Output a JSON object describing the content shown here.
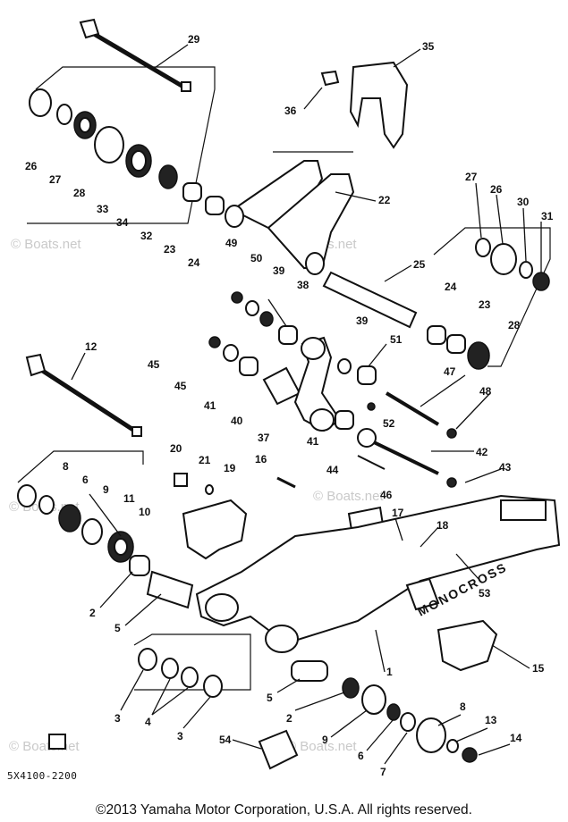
{
  "diagram": {
    "labels": [
      "29",
      "35",
      "36",
      "26",
      "27",
      "28",
      "33",
      "34",
      "32",
      "23",
      "24",
      "22",
      "49",
      "50",
      "39",
      "38",
      "25",
      "27",
      "26",
      "30",
      "31",
      "24",
      "23",
      "28",
      "45",
      "45",
      "41",
      "40",
      "39",
      "51",
      "47",
      "48",
      "52",
      "37",
      "41",
      "44",
      "42",
      "43",
      "46",
      "12",
      "8",
      "6",
      "9",
      "11",
      "10",
      "20",
      "21",
      "19",
      "16",
      "17",
      "18",
      "53",
      "2",
      "5",
      "1",
      "15",
      "3",
      "4",
      "3",
      "5",
      "2",
      "9",
      "6",
      "7",
      "8",
      "13",
      "14",
      "54"
    ],
    "watermarks": [
      "© Boats.net",
      "© Boats.net",
      "© Boats.net",
      "© Boats.net",
      "© Boats.net",
      "© Boats.net"
    ],
    "brand_text": "MONOCROSS",
    "part_code": "5X4100-2200"
  },
  "footer": {
    "copyright": "©2013 Yamaha Motor Corporation, U.S.A. All rights reserved."
  }
}
